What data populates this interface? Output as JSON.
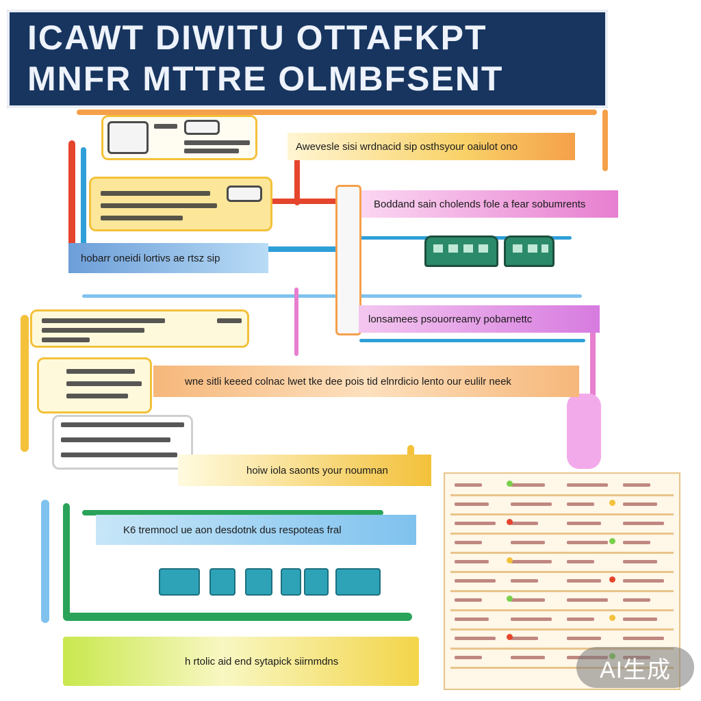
{
  "title": {
    "line1": "ICAWT DIWITU OTTAFKPT",
    "line2": "MNFR MTTRE OLMBFSENT"
  },
  "steps": [
    "Awevesle sisi wrdnacid sip osthsyour oaiulot ono",
    "Boddand sain cholends fole a fear sobumrents",
    "hobarr oneidi lortivs ae rtsz sip",
    "lonsamees psouorreamy pobarnettc",
    "wne sitli keeed colnac lwet tke dee pois tid elnrdicio lento our eulilr neek",
    "hoiw iola saonts your noumnan",
    "K6 tremnocl ue aon desdotnk dus respoteas fral",
    "h rtolic aid end sytapick siirnmdns"
  ],
  "watermark": "AI生成",
  "colors": {
    "banner": "#17355f",
    "yellow": "#f3c13a",
    "orange": "#f5a04a",
    "pink": "#e77fd0",
    "blue": "#7fc2ee",
    "green": "#2aa35a",
    "red": "#e5452d",
    "teal": "#2ea3b8"
  },
  "icons": [
    "tv-icon",
    "router-icon",
    "bus-icon",
    "spreadsheet-icon"
  ]
}
